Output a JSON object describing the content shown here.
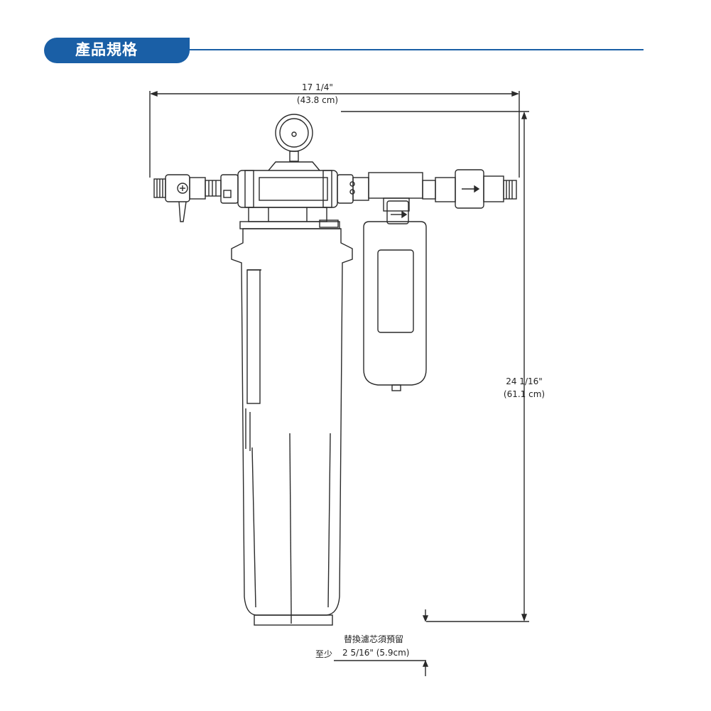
{
  "header": {
    "title": "產品規格",
    "accent_color": "#1a5fa6"
  },
  "dimensions": {
    "width_in": "17 1/4\"",
    "width_cm": "(43.8 cm)",
    "height_in": "24 1/16\"",
    "height_cm": "(61.1 cm)"
  },
  "clearance_note": {
    "line1": "替換濾芯須預留",
    "prefix": "至少",
    "value": "2 5/16\" (5.9cm)"
  }
}
